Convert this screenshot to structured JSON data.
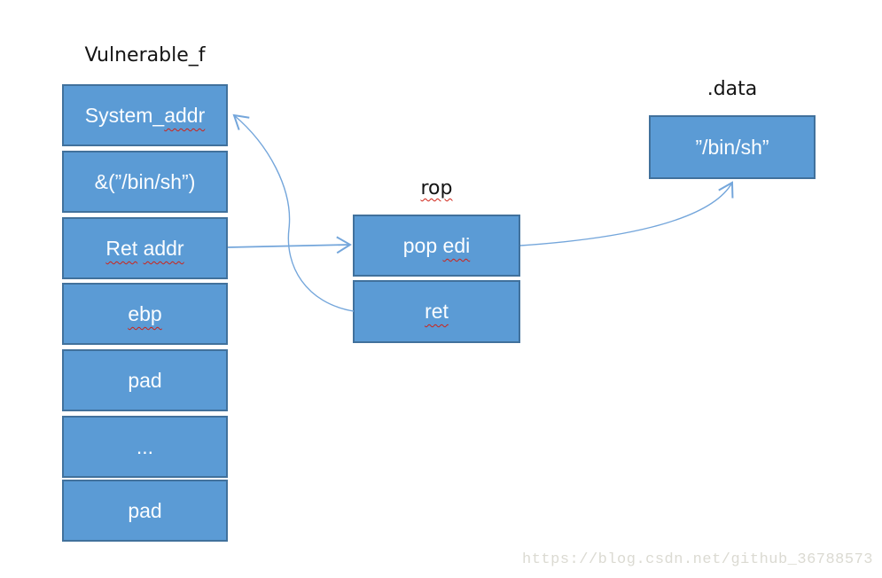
{
  "diagram": {
    "stack": {
      "title": "Vulnerable_f",
      "boxes": {
        "system_addr": {
          "plain": "System_",
          "misspelled": "addr"
        },
        "binsh_ref": {
          "plain": "&(”/bin/sh”)"
        },
        "ret_addr": {
          "word1": "Ret",
          "word2": "addr"
        },
        "ebp": {
          "misspelled": "ebp"
        },
        "pad1": {
          "plain": "pad"
        },
        "ellipsis": {
          "plain": "..."
        },
        "pad2": {
          "plain": "pad"
        }
      }
    },
    "rop": {
      "title": "rop",
      "boxes": {
        "pop_edi": {
          "plain": "pop",
          "misspelled": "edi"
        },
        "ret": {
          "misspelled": "ret"
        }
      }
    },
    "data_section": {
      "title": ".data",
      "box": {
        "plain": "”/bin/sh”"
      }
    },
    "watermark": "https://blog.csdn.net/github_36788573",
    "ui": {
      "space": " "
    }
  },
  "colors": {
    "box_fill": "#5b9bd5",
    "box_border": "#41719c",
    "box_text": "#ffffff",
    "title_text": "#141414",
    "arrow": "#74a6db",
    "squiggle": "#cf2217",
    "watermark": "#dbdad2"
  }
}
